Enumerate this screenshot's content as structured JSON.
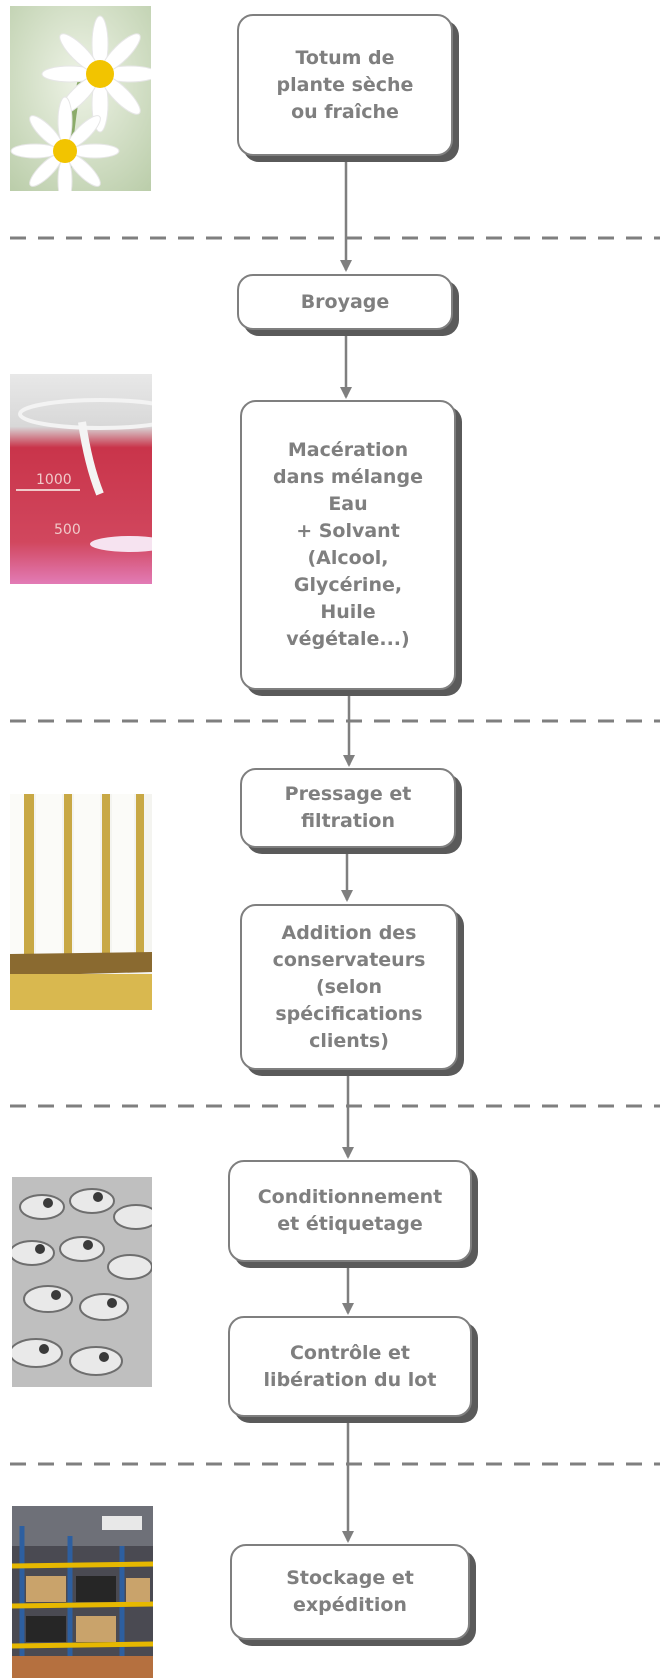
{
  "steps": [
    {
      "id": "s1",
      "lines": [
        "Totum de",
        "plante sèche",
        "ou fraîche"
      ]
    },
    {
      "id": "s2",
      "lines": [
        "Broyage"
      ]
    },
    {
      "id": "s3",
      "lines": [
        "Macération",
        "dans mélange",
        "Eau",
        "+ Solvant",
        "(Alcool,",
        "Glycérine,",
        "Huile",
        "végétale...)"
      ]
    },
    {
      "id": "s4",
      "lines": [
        "Pressage et",
        "filtration"
      ]
    },
    {
      "id": "s5",
      "lines": [
        "Addition des",
        "conservateurs",
        "(selon",
        "spécifications",
        "clients)"
      ]
    },
    {
      "id": "s6",
      "lines": [
        "Conditionnement",
        "et étiquetage"
      ]
    },
    {
      "id": "s7",
      "lines": [
        "Contrôle et",
        "libération du lot"
      ]
    },
    {
      "id": "s8",
      "lines": [
        "Stockage et",
        "expédition"
      ]
    }
  ],
  "photos": [
    {
      "subject": "daisy-flowers"
    },
    {
      "subject": "beaker-red-liquid"
    },
    {
      "subject": "filter-press-plates"
    },
    {
      "subject": "plastic-bottles"
    },
    {
      "subject": "warehouse-shelving"
    }
  ],
  "colors": {
    "box_border": "#7f7f7f",
    "box_shadow": "#5a5a5a",
    "text": "#7f7f7f",
    "arrow": "#7f7f7f",
    "separator": "#7f7f7f"
  }
}
